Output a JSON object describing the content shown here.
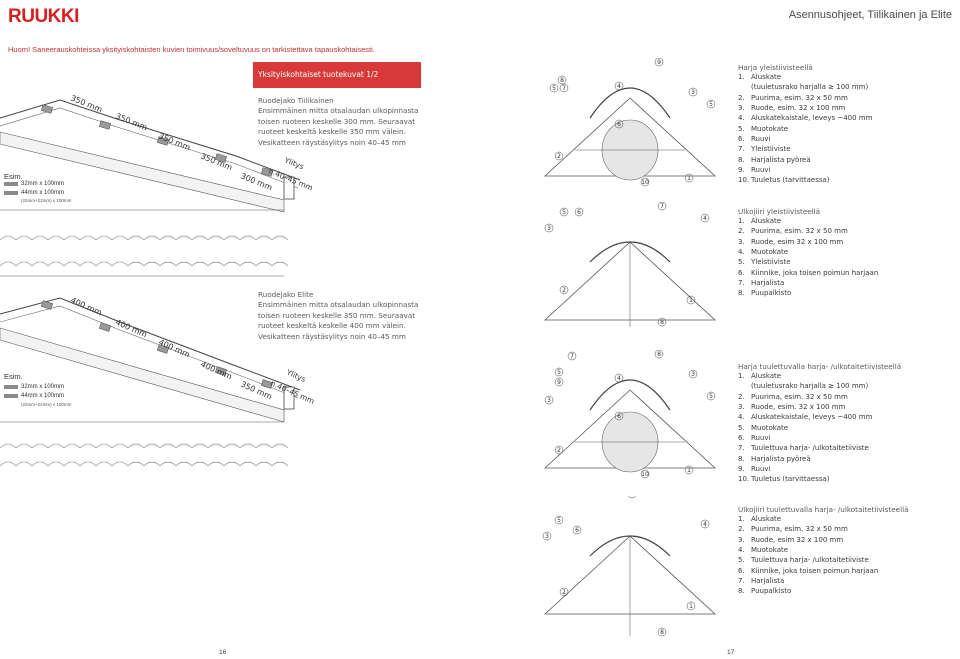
{
  "header": {
    "logo": "RUUKKI",
    "title": "Asennusohjeet, Tiilikainen ja Elite"
  },
  "note": "Huom! Saneerauskohteissa yksityiskohtaisten kuvien toimivuus/soveltuvuus on tarkistettava tapauskohtaisesti.",
  "section": {
    "title": "Yksityiskohtaiset tuotekuvat 1/2"
  },
  "tiilikainen": {
    "title": "Ruodejako Tiilikainen",
    "lines": [
      "Ensimmäinen mitta otsalaudan ulkopinnasta",
      "toisen ruoteen keskelle 300 mm. Seuraavat",
      "ruoteet keskeltä keskelle 350 mm välein.",
      "Vesikatteen räystäsylitys noin 40–45 mm"
    ]
  },
  "elite": {
    "title": "Ruodejako Elite",
    "lines": [
      "Ensimmäinen mitta otsalaudan ulkopinnasta",
      "toisen ruoteen keskelle 350 mm. Seuraavat",
      "ruoteet keskeltä keskelle 400 mm välein.",
      "Vesikatteen räystäsylitys noin 40–45 mm"
    ]
  },
  "diagram_top": {
    "dims": [
      "350 mm",
      "350 mm",
      "350 mm",
      "350 mm",
      "300 mm"
    ],
    "ylitys": "Ylitys",
    "ylitys_val": "n.40–45 mm",
    "esim": "Esim.",
    "size1": "32mm x 100mm",
    "size2": "44mm x 100mm",
    "size3": "(22mm+22mm) x 100mm"
  },
  "diagram_bottom": {
    "dims": [
      "400 mm",
      "400 mm",
      "400 mm",
      "400 mm",
      "350 mm"
    ],
    "ylitys": "Ylitys",
    "ylitys_val": "n.40–45 mm",
    "esim": "Esim.",
    "size1": "32mm x 100mm",
    "size2": "44mm x 100mm",
    "size3": "(22mm+22mm) x 100mm"
  },
  "legend1": {
    "title": "Harja yleistiivisteellä",
    "items": [
      {
        "n": "1.",
        "t": "Aluskate"
      },
      {
        "n": "",
        "t": "(tuuletusrako harjalla ≥ 100 mm)"
      },
      {
        "n": "2.",
        "t": "Puurima, esim. 32 x 50 mm"
      },
      {
        "n": "3.",
        "t": "Ruode, esim. 32 x 100 mm"
      },
      {
        "n": "4.",
        "t": "Aluskatekaistale, leveys ~400 mm"
      },
      {
        "n": "5.",
        "t": "Muotokate"
      },
      {
        "n": "6.",
        "t": "Ruuvi"
      },
      {
        "n": "7.",
        "t": "Yleistiiviste"
      },
      {
        "n": "8.",
        "t": "Harjalista pyöreä"
      },
      {
        "n": "9.",
        "t": "Ruuvi"
      },
      {
        "n": "10.",
        "t": "Tuuletus (tarvittaessa)"
      }
    ]
  },
  "legend2": {
    "title": "Ulkojiiri yleistiivisteellä",
    "items": [
      {
        "n": "1.",
        "t": "Aluskate"
      },
      {
        "n": "2.",
        "t": "Puurima, esim. 32 x 50 mm"
      },
      {
        "n": "3.",
        "t": "Ruode, esim 32 x 100 mm"
      },
      {
        "n": "4.",
        "t": "Muotokate"
      },
      {
        "n": "5.",
        "t": "Yleistiiviste"
      },
      {
        "n": "6.",
        "t": "Kiinnike, joka toisen poimun harjaan"
      },
      {
        "n": "7.",
        "t": "Harjalista"
      },
      {
        "n": "8.",
        "t": "Puupalkisto"
      }
    ]
  },
  "legend3": {
    "title": "Harja tuulettuvalla harja- /ulkotaitetiivisteellä",
    "items": [
      {
        "n": "1.",
        "t": "Aluskate"
      },
      {
        "n": "",
        "t": "(tuuletusrako harjalla ≥ 100 mm)"
      },
      {
        "n": "2.",
        "t": "Puurima, esim. 32 x 50 mm"
      },
      {
        "n": "3.",
        "t": "Ruode, esim. 32 x 100 mm"
      },
      {
        "n": "4.",
        "t": "Aluskatekaistale, leveys ~400 mm"
      },
      {
        "n": "5.",
        "t": "Muotokate"
      },
      {
        "n": "6.",
        "t": "Ruuvi"
      },
      {
        "n": "7.",
        "t": "Tuulettuva harja- /ulkotaitetiiviste"
      },
      {
        "n": "8.",
        "t": "Harjalista pyöreä"
      },
      {
        "n": "9.",
        "t": "Ruuvi"
      },
      {
        "n": "10.",
        "t": "Tuuletus (tarvittaessa)"
      }
    ]
  },
  "legend4": {
    "title": "Ulkojiiri tuulettuvalla harja- /ulkotaitetiivisteellä",
    "items": [
      {
        "n": "1.",
        "t": "Aluskate"
      },
      {
        "n": "2.",
        "t": "Puurima, esim. 32 x 50 mm"
      },
      {
        "n": "3.",
        "t": "Ruode, esim 32 x 100 mm"
      },
      {
        "n": "4.",
        "t": "Muotokate"
      },
      {
        "n": "5.",
        "t": "Tuulettuva harja- /ulkotaitetiiviste"
      },
      {
        "n": "6.",
        "t": "Kiinnike, joka toisen poimun harjaan"
      },
      {
        "n": "7.",
        "t": "Harjalista"
      },
      {
        "n": "8.",
        "t": "Puupalkisto"
      }
    ]
  },
  "ridge_labels": {
    "d1": [
      "8",
      "5",
      "7",
      "9",
      "4",
      "6",
      "2",
      "10",
      "1",
      "3",
      "5"
    ],
    "d2": [
      "5",
      "3",
      "6",
      "2",
      "7",
      "4",
      "1",
      "8"
    ],
    "d3": [
      "7",
      "8",
      "5",
      "9",
      "4",
      "6",
      "3",
      "2",
      "10",
      "1",
      "3",
      "5"
    ],
    "d4": [
      "7",
      "5",
      "3",
      "6",
      "2",
      "4",
      "1",
      "8"
    ]
  },
  "footer": {
    "left_page": "16",
    "right_page": "17"
  }
}
